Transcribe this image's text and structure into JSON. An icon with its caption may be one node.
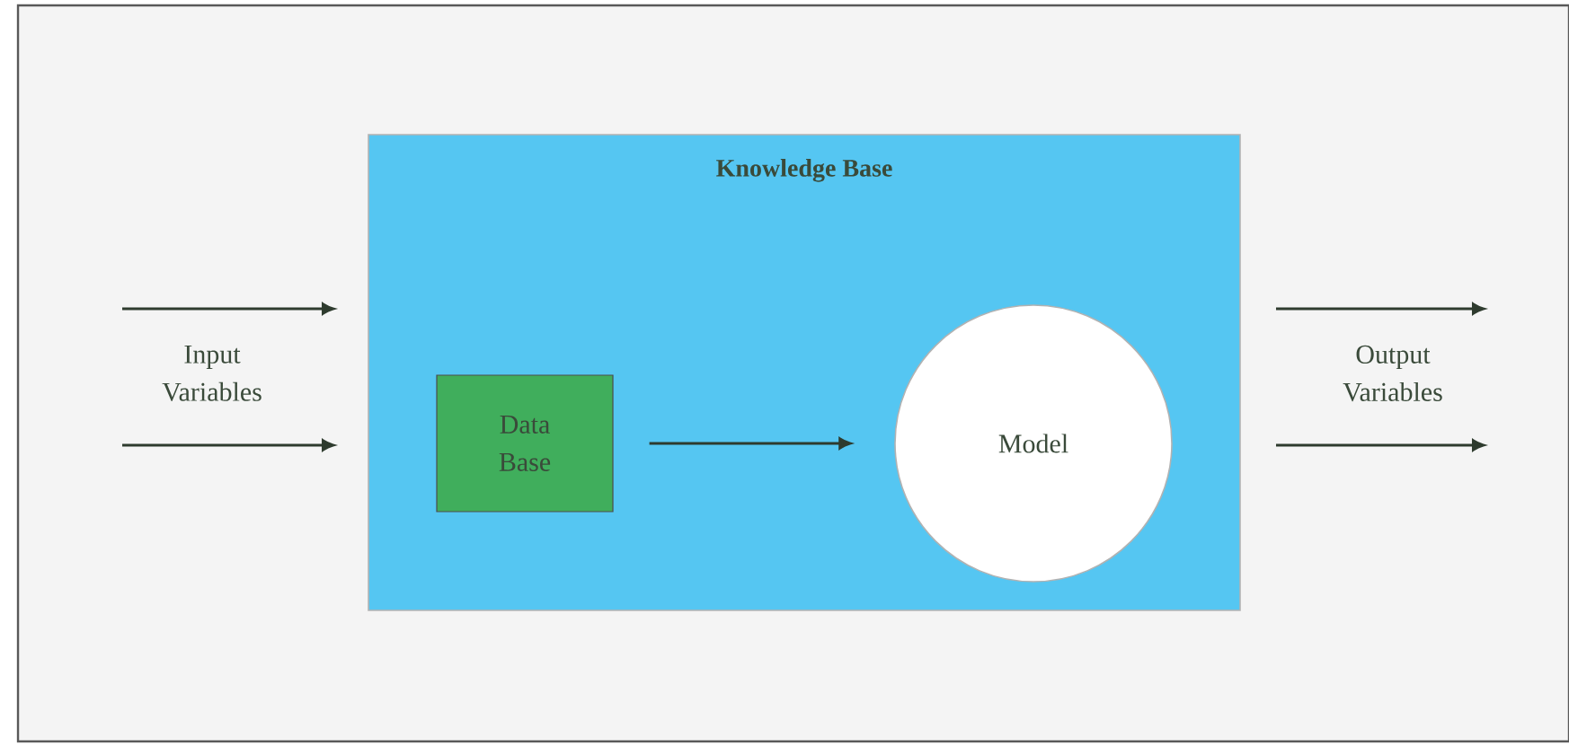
{
  "diagram": {
    "nodes": [
      {
        "text": [
          "Knowledge Base"
        ]
      },
      {
        "text": [
          "Data Base"
        ],
        "in": 0
      },
      {
        "text": [
          "Model"
        ],
        "in": 0
      }
    ],
    "edges": [
      {
        "from": 1,
        "to": 2,
        "arrow": "to"
      },
      {
        "from": null,
        "to": 0,
        "arrow": "to"
      },
      {
        "from": null,
        "to": 0,
        "arrow": "to"
      },
      {
        "from": 0,
        "to": null,
        "arrow": "to"
      },
      {
        "from": 0,
        "to": null,
        "arrow": "to"
      }
    ],
    "labels": [
      "Input Variables",
      "Output Variables"
    ]
  }
}
